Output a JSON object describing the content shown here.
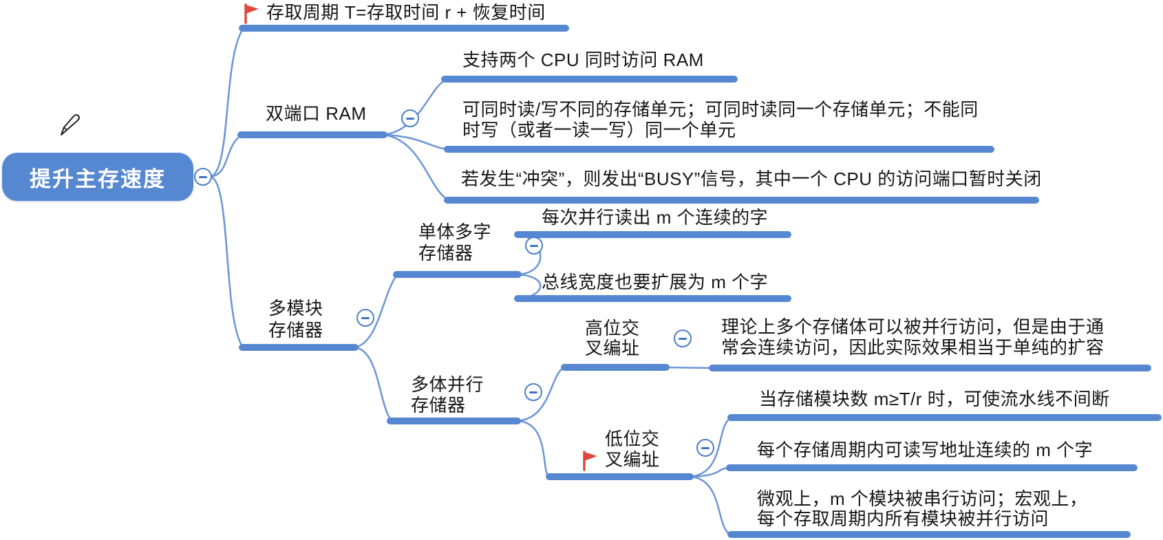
{
  "app": {
    "type": "mindmap"
  },
  "colors": {
    "branch_blue": "#5688d2",
    "curve_blue": "#6b94d6",
    "root_fill": "#5688d2",
    "root_text": "#ffffff",
    "topic_text": "#161616",
    "flag_red": "#e2473d"
  },
  "root": {
    "label": "提升主存速度"
  },
  "topics": {
    "cycle": {
      "label": "存取周期 T=存取时间 r + 恢复时间",
      "flag": true
    },
    "dual": {
      "label": "双端口 RAM"
    },
    "dual_c1": {
      "label": "支持两个 CPU 同时访问 RAM"
    },
    "dual_c2": {
      "label": "可同时读/写不同的存储单元；可同时读同一个存储单元；不能同\n时写（或者一读一写）同一个单元"
    },
    "dual_c3": {
      "label": "若发生“冲突”，则发出“BUSY”信号，其中一个 CPU 的访问端口暂时关闭"
    },
    "multi": {
      "label": "多模块\n存储器"
    },
    "single_word": {
      "label": "单体多字\n存储器"
    },
    "sw_c1": {
      "label": "每次并行读出 m 个连续的字"
    },
    "sw_c2": {
      "label": "总线宽度也要扩展为 m 个字"
    },
    "parallel": {
      "label": "多体并行\n存储器"
    },
    "high": {
      "label": "高位交\n叉编址"
    },
    "high_c1": {
      "label": "理论上多个存储体可以被并行访问，但是由于通\n常会连续访问，因此实际效果相当于单纯的扩容"
    },
    "low": {
      "label": "低位交\n叉编址",
      "flag": true
    },
    "low_c1": {
      "label": "当存储模块数 m≥T/r 时，可使流水线不间断"
    },
    "low_c2": {
      "label": "每个存储周期内可读写地址连续的 m 个字"
    },
    "low_c3": {
      "label": "微观上，m 个模块被串行访问；宏观上，\n每个存取周期内所有模块被并行访问"
    }
  }
}
